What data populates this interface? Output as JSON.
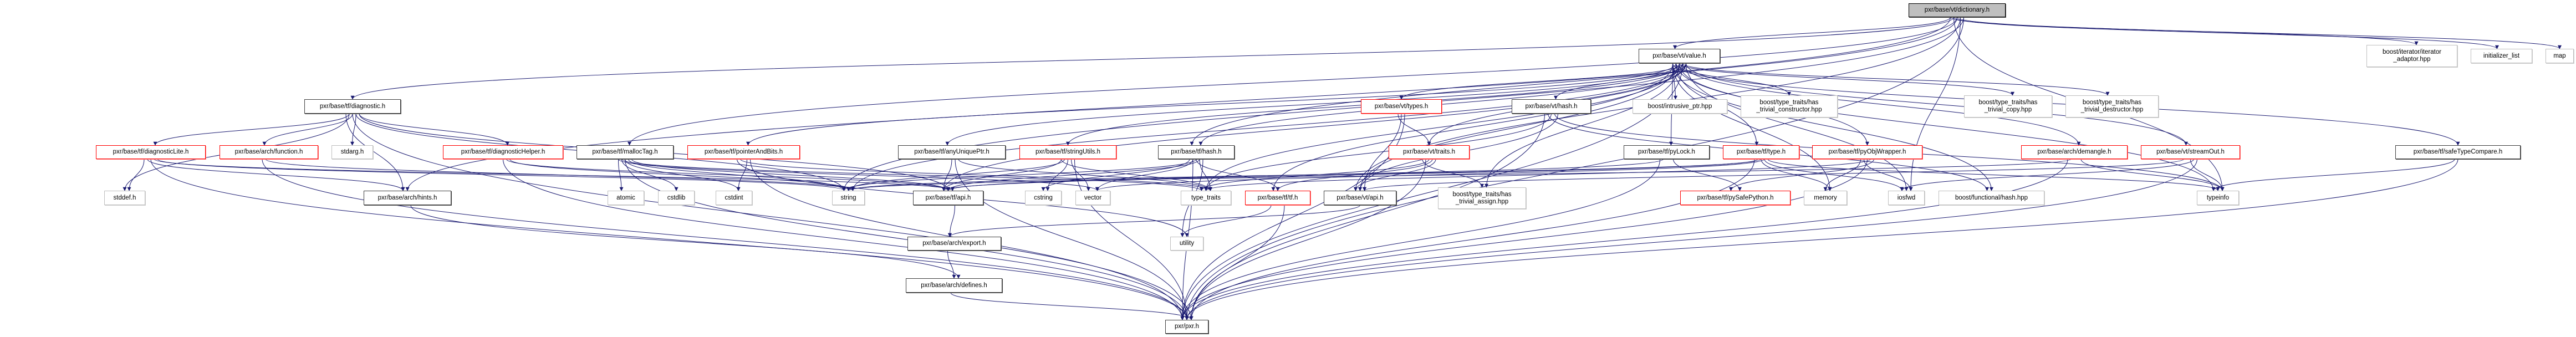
{
  "graph": {
    "title": "pxr/base/vt/dictionary.h include dependency graph",
    "colors": {
      "edge": "#191970",
      "truncated_border": "#ff0000",
      "external_border": "#bfbfbf",
      "root_fill": "#bfbfbf"
    },
    "nodes": {
      "dictionary": {
        "label": "pxr/base/vt/dictionary.h",
        "kind": "root"
      },
      "value": {
        "label": "pxr/base/vt/value.h",
        "kind": "doc"
      },
      "iterator_adaptor": {
        "label": "boost/iterator/iterator\n_adaptor.hpp",
        "kind": "ext"
      },
      "initializer_list": {
        "label": "initializer_list",
        "kind": "ext"
      },
      "map": {
        "label": "map",
        "kind": "ext"
      },
      "diagnostic": {
        "label": "pxr/base/tf/diagnostic.h",
        "kind": "doc"
      },
      "types": {
        "label": "pxr/base/vt/types.h",
        "kind": "trunc"
      },
      "vthash": {
        "label": "pxr/base/vt/hash.h",
        "kind": "doc"
      },
      "intrusive_ptr": {
        "label": "boost/intrusive_ptr.hpp",
        "kind": "ext"
      },
      "htc": {
        "label": "boost/type_traits/has\n_trivial_constructor.hpp",
        "kind": "ext"
      },
      "htcopy": {
        "label": "boost/type_traits/has\n_trivial_copy.hpp",
        "kind": "ext"
      },
      "htd": {
        "label": "boost/type_traits/has\n_trivial_destructor.hpp",
        "kind": "ext"
      },
      "diagnosticLite": {
        "label": "pxr/base/tf/diagnosticLite.h",
        "kind": "trunc"
      },
      "function": {
        "label": "pxr/base/arch/function.h",
        "kind": "trunc"
      },
      "stdarg": {
        "label": "stdarg.h",
        "kind": "ext"
      },
      "diagnosticHelper": {
        "label": "pxr/base/tf/diagnosticHelper.h",
        "kind": "trunc"
      },
      "mallocTag": {
        "label": "pxr/base/tf/mallocTag.h",
        "kind": "doc"
      },
      "pointerAndBits": {
        "label": "pxr/base/tf/pointerAndBits.h",
        "kind": "trunc"
      },
      "anyUniquePtr": {
        "label": "pxr/base/tf/anyUniquePtr.h",
        "kind": "doc"
      },
      "stringUtils": {
        "label": "pxr/base/tf/stringUtils.h",
        "kind": "trunc"
      },
      "tfhash": {
        "label": "pxr/base/tf/hash.h",
        "kind": "doc"
      },
      "traits": {
        "label": "pxr/base/vt/traits.h",
        "kind": "trunc"
      },
      "pyLock": {
        "label": "pxr/base/tf/pyLock.h",
        "kind": "doc"
      },
      "type": {
        "label": "pxr/base/tf/type.h",
        "kind": "trunc"
      },
      "pyObjWrapper": {
        "label": "pxr/base/tf/pyObjWrapper.h",
        "kind": "trunc"
      },
      "demangle": {
        "label": "pxr/base/arch/demangle.h",
        "kind": "trunc"
      },
      "streamOut": {
        "label": "pxr/base/vt/streamOut.h",
        "kind": "trunc"
      },
      "safeTypeCompare": {
        "label": "pxr/base/tf/safeTypeCompare.h",
        "kind": "doc"
      },
      "stddef": {
        "label": "stddef.h",
        "kind": "ext"
      },
      "hints": {
        "label": "pxr/base/arch/hints.h",
        "kind": "doc"
      },
      "atomic": {
        "label": "atomic",
        "kind": "ext"
      },
      "cstdlib": {
        "label": "cstdlib",
        "kind": "ext"
      },
      "cstdint": {
        "label": "cstdint",
        "kind": "ext"
      },
      "string": {
        "label": "string",
        "kind": "ext"
      },
      "tfapi": {
        "label": "pxr/base/tf/api.h",
        "kind": "doc"
      },
      "cstring": {
        "label": "cstring",
        "kind": "ext"
      },
      "vector": {
        "label": "vector",
        "kind": "ext"
      },
      "type_traits": {
        "label": "type_traits",
        "kind": "ext"
      },
      "tf": {
        "label": "pxr/base/tf/tf.h",
        "kind": "trunc"
      },
      "vtapi": {
        "label": "pxr/base/vt/api.h",
        "kind": "doc"
      },
      "hta": {
        "label": "boost/type_traits/has\n_trivial_assign.hpp",
        "kind": "ext"
      },
      "pySafePython": {
        "label": "pxr/base/tf/pySafePython.h",
        "kind": "trunc"
      },
      "memory": {
        "label": "memory",
        "kind": "ext"
      },
      "iosfwd": {
        "label": "iosfwd",
        "kind": "ext"
      },
      "hashhpp": {
        "label": "boost/functional/hash.hpp",
        "kind": "ext"
      },
      "typeinfo": {
        "label": "typeinfo",
        "kind": "ext"
      },
      "export": {
        "label": "pxr/base/arch/export.h",
        "kind": "doc"
      },
      "utility": {
        "label": "utility",
        "kind": "ext"
      },
      "defines": {
        "label": "pxr/base/arch/defines.h",
        "kind": "doc"
      },
      "pxr": {
        "label": "pxr/pxr.h",
        "kind": "doc"
      }
    },
    "edges": [
      [
        "dictionary",
        "value"
      ],
      [
        "dictionary",
        "diagnostic"
      ],
      [
        "dictionary",
        "mallocTag"
      ],
      [
        "dictionary",
        "vtapi"
      ],
      [
        "dictionary",
        "pxr"
      ],
      [
        "dictionary",
        "iterator_adaptor"
      ],
      [
        "dictionary",
        "initializer_list"
      ],
      [
        "dictionary",
        "map"
      ],
      [
        "dictionary",
        "iosfwd"
      ],
      [
        "dictionary",
        "string"
      ],
      [
        "dictionary",
        "hints"
      ],
      [
        "dictionary",
        "typeinfo"
      ],
      [
        "dictionary",
        "tfhash"
      ],
      [
        "value",
        "types"
      ],
      [
        "value",
        "vthash"
      ],
      [
        "value",
        "intrusive_ptr"
      ],
      [
        "value",
        "htc"
      ],
      [
        "value",
        "htcopy"
      ],
      [
        "value",
        "htd"
      ],
      [
        "value",
        "traits"
      ],
      [
        "value",
        "pyLock"
      ],
      [
        "value",
        "type"
      ],
      [
        "value",
        "pyObjWrapper"
      ],
      [
        "value",
        "demangle"
      ],
      [
        "value",
        "streamOut"
      ],
      [
        "value",
        "safeTypeCompare"
      ],
      [
        "value",
        "pointerAndBits"
      ],
      [
        "value",
        "anyUniquePtr"
      ],
      [
        "value",
        "stringUtils"
      ],
      [
        "value",
        "tfhash"
      ],
      [
        "value",
        "tf"
      ],
      [
        "value",
        "vtapi"
      ],
      [
        "value",
        "hta"
      ],
      [
        "value",
        "pxr"
      ],
      [
        "value",
        "iosfwd"
      ],
      [
        "value",
        "memory"
      ],
      [
        "value",
        "typeinfo"
      ],
      [
        "value",
        "type_traits"
      ],
      [
        "value",
        "string"
      ],
      [
        "value",
        "tfapi"
      ],
      [
        "value",
        "hashhpp"
      ],
      [
        "diagnostic",
        "diagnosticLite"
      ],
      [
        "diagnostic",
        "function"
      ],
      [
        "diagnostic",
        "stdarg"
      ],
      [
        "diagnostic",
        "diagnosticHelper"
      ],
      [
        "diagnostic",
        "hints"
      ],
      [
        "diagnostic",
        "stddef"
      ],
      [
        "diagnostic",
        "pxr"
      ],
      [
        "diagnostic",
        "string"
      ],
      [
        "diagnostic",
        "tfapi"
      ],
      [
        "diagnosticLite",
        "stddef"
      ],
      [
        "diagnosticLite",
        "hints"
      ],
      [
        "diagnosticLite",
        "pxr"
      ],
      [
        "diagnosticLite",
        "tfapi"
      ],
      [
        "diagnosticLite",
        "string"
      ],
      [
        "function",
        "pxr"
      ],
      [
        "function",
        "string"
      ],
      [
        "diagnosticHelper",
        "pxr"
      ],
      [
        "diagnosticHelper",
        "tfapi"
      ],
      [
        "diagnosticHelper",
        "string"
      ],
      [
        "mallocTag",
        "atomic"
      ],
      [
        "mallocTag",
        "cstdlib"
      ],
      [
        "mallocTag",
        "cstdint"
      ],
      [
        "mallocTag",
        "string"
      ],
      [
        "mallocTag",
        "tfapi"
      ],
      [
        "mallocTag",
        "vector"
      ],
      [
        "mallocTag",
        "type_traits"
      ],
      [
        "mallocTag",
        "pxr"
      ],
      [
        "pointerAndBits",
        "cstdint"
      ],
      [
        "pointerAndBits",
        "pxr"
      ],
      [
        "pointerAndBits",
        "utility"
      ],
      [
        "pointerAndBits",
        "type_traits"
      ],
      [
        "anyUniquePtr",
        "tfapi"
      ],
      [
        "anyUniquePtr",
        "pxr"
      ],
      [
        "anyUniquePtr",
        "type_traits"
      ],
      [
        "stringUtils",
        "tfapi"
      ],
      [
        "stringUtils",
        "string"
      ],
      [
        "stringUtils",
        "cstring"
      ],
      [
        "stringUtils",
        "vector"
      ],
      [
        "stringUtils",
        "pxr"
      ],
      [
        "stringUtils",
        "type_traits"
      ],
      [
        "tfhash",
        "pxr"
      ],
      [
        "tfhash",
        "tf"
      ],
      [
        "tfhash",
        "type_traits"
      ],
      [
        "tfhash",
        "utility"
      ],
      [
        "tfhash",
        "cstring"
      ],
      [
        "tfhash",
        "vector"
      ],
      [
        "tfhash",
        "string"
      ],
      [
        "tfhash",
        "tfapi"
      ],
      [
        "tf",
        "pxr"
      ],
      [
        "tf",
        "utility"
      ],
      [
        "types",
        "traits"
      ],
      [
        "types",
        "vtapi"
      ],
      [
        "types",
        "pxr"
      ],
      [
        "vthash",
        "vtapi"
      ],
      [
        "vthash",
        "pxr"
      ],
      [
        "vthash",
        "hashhpp"
      ],
      [
        "vthash",
        "type_traits"
      ],
      [
        "vthash",
        "typeinfo"
      ],
      [
        "traits",
        "vtapi"
      ],
      [
        "traits",
        "hta"
      ],
      [
        "traits",
        "pxr"
      ],
      [
        "traits",
        "type_traits"
      ],
      [
        "traits",
        "tf"
      ],
      [
        "pyLock",
        "pySafePython"
      ],
      [
        "pyLock",
        "pxr"
      ],
      [
        "pyLock",
        "tfapi"
      ],
      [
        "type",
        "memory"
      ],
      [
        "type",
        "iosfwd"
      ],
      [
        "type",
        "typeinfo"
      ],
      [
        "type",
        "pxr"
      ],
      [
        "type",
        "tfapi"
      ],
      [
        "type",
        "string"
      ],
      [
        "type",
        "vector"
      ],
      [
        "pyObjWrapper",
        "pySafePython"
      ],
      [
        "pyObjWrapper",
        "memory"
      ],
      [
        "pyObjWrapper",
        "iosfwd"
      ],
      [
        "pyObjWrapper",
        "pxr"
      ],
      [
        "pyObjWrapper",
        "type_traits"
      ],
      [
        "demangle",
        "typeinfo"
      ],
      [
        "demangle",
        "pxr"
      ],
      [
        "demangle",
        "string"
      ],
      [
        "streamOut",
        "typeinfo"
      ],
      [
        "streamOut",
        "iosfwd"
      ],
      [
        "streamOut",
        "pxr"
      ],
      [
        "streamOut",
        "vtapi"
      ],
      [
        "safeTypeCompare",
        "typeinfo"
      ],
      [
        "safeTypeCompare",
        "pxr"
      ],
      [
        "hints",
        "defines"
      ],
      [
        "tfapi",
        "export"
      ],
      [
        "export",
        "defines"
      ],
      [
        "defines",
        "pxr"
      ],
      [
        "vtapi",
        "export"
      ]
    ]
  }
}
